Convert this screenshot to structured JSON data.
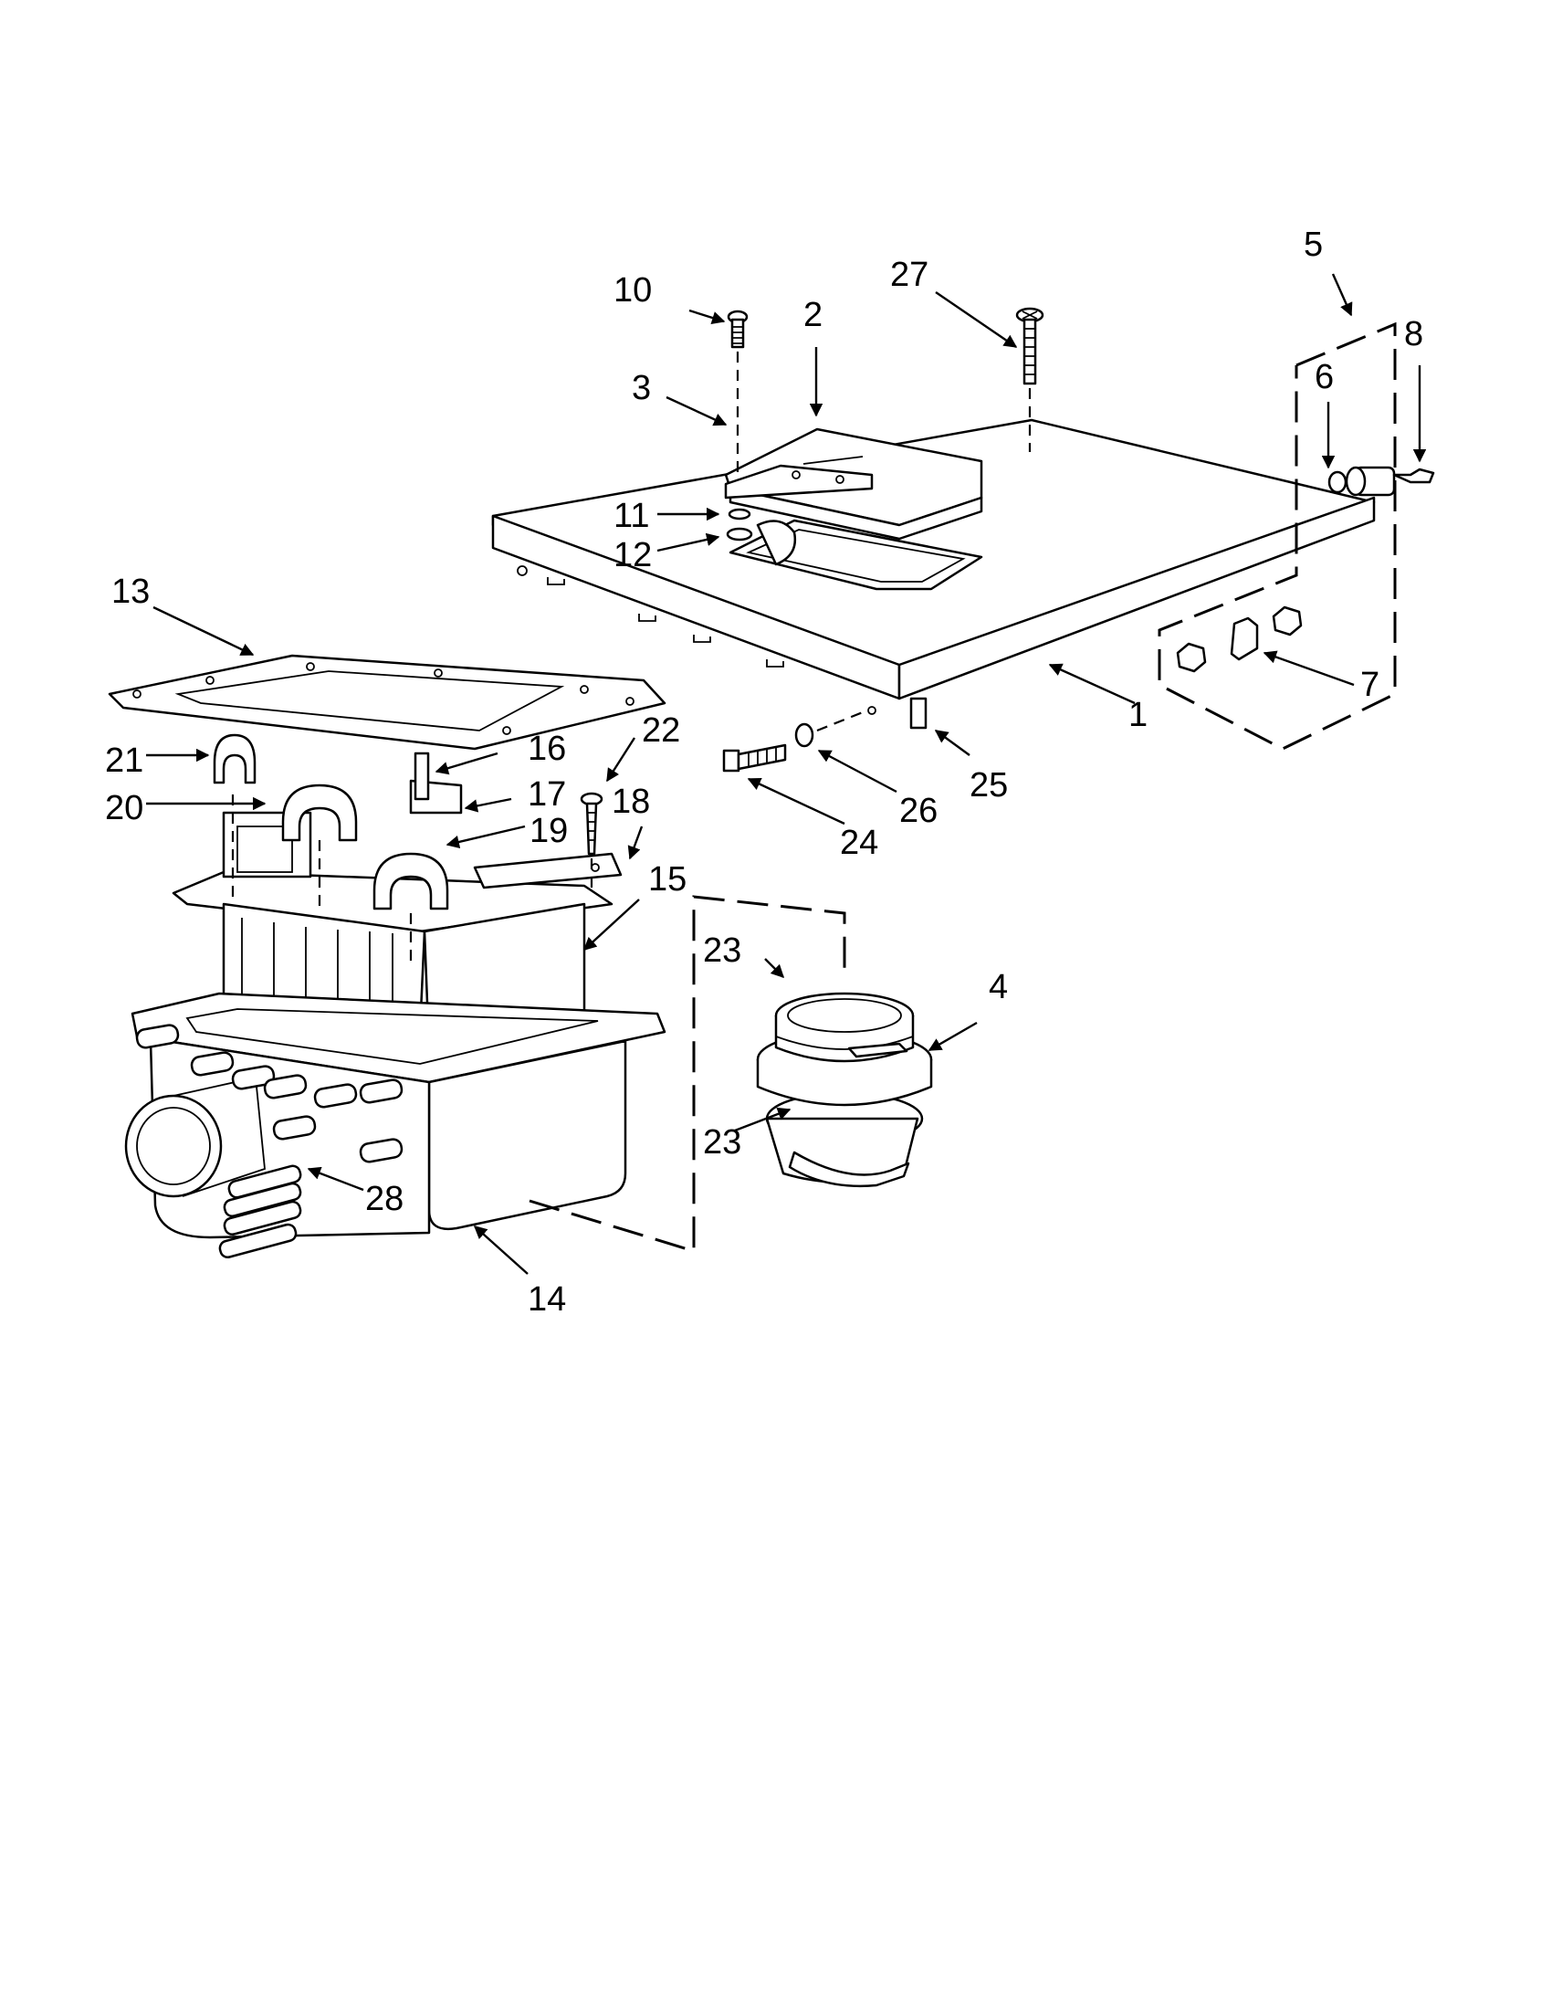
{
  "callouts": [
    {
      "id": "1",
      "text": "1"
    },
    {
      "id": "2",
      "text": "2"
    },
    {
      "id": "3",
      "text": "3"
    },
    {
      "id": "4",
      "text": "4"
    },
    {
      "id": "5",
      "text": "5"
    },
    {
      "id": "6",
      "text": "6"
    },
    {
      "id": "7",
      "text": "7"
    },
    {
      "id": "8",
      "text": "8"
    },
    {
      "id": "10",
      "text": "10"
    },
    {
      "id": "11",
      "text": "11"
    },
    {
      "id": "12",
      "text": "12"
    },
    {
      "id": "13",
      "text": "13"
    },
    {
      "id": "14",
      "text": "14"
    },
    {
      "id": "15",
      "text": "15"
    },
    {
      "id": "16",
      "text": "16"
    },
    {
      "id": "17",
      "text": "17"
    },
    {
      "id": "18",
      "text": "18"
    },
    {
      "id": "19",
      "text": "19"
    },
    {
      "id": "20",
      "text": "20"
    },
    {
      "id": "21",
      "text": "21"
    },
    {
      "id": "22",
      "text": "22"
    },
    {
      "id": "23a",
      "text": "23"
    },
    {
      "id": "23b",
      "text": "23"
    },
    {
      "id": "24",
      "text": "24"
    },
    {
      "id": "25",
      "text": "25"
    },
    {
      "id": "26",
      "text": "26"
    },
    {
      "id": "27",
      "text": "27"
    },
    {
      "id": "28",
      "text": "28"
    }
  ]
}
